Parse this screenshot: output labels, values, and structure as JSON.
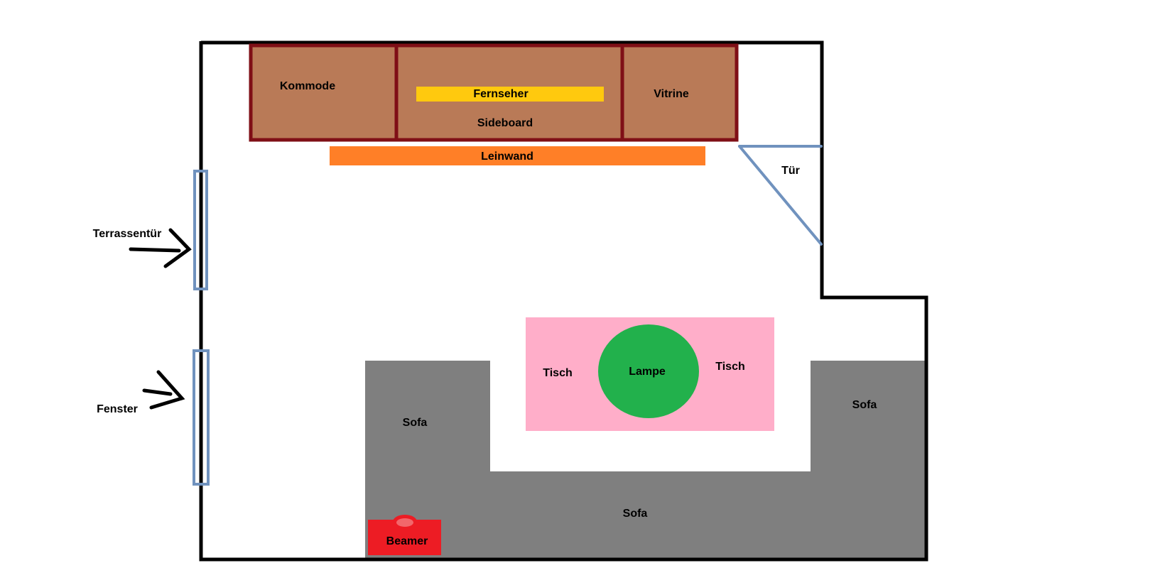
{
  "title": "Wohnzimmer Grundriss",
  "colors": {
    "wall": "#000000",
    "cabinet_fill": "#b97a57",
    "cabinet_border": "#7f0f16",
    "tv": "#ffc90e",
    "screen": "#ff7f27",
    "door_window": "#7092be",
    "table": "#ffaec9",
    "lamp": "#22b14c",
    "sofa": "#7f7f7f",
    "beamer": "#ed1c24",
    "beamer_lens": "#f2676b"
  },
  "labels": {
    "kommode": "Kommode",
    "fernseher": "Fernseher",
    "sideboard": "Sideboard",
    "vitrine": "Vitrine",
    "leinwand": "Leinwand",
    "tuer": "Tür",
    "terrassentuer": "Terrassentür",
    "fenster": "Fenster",
    "tisch_left": "Tisch",
    "lampe": "Lampe",
    "tisch_right": "Tisch",
    "sofa_left": "Sofa",
    "sofa_right": "Sofa",
    "sofa_bottom": "Sofa",
    "beamer": "Beamer"
  }
}
